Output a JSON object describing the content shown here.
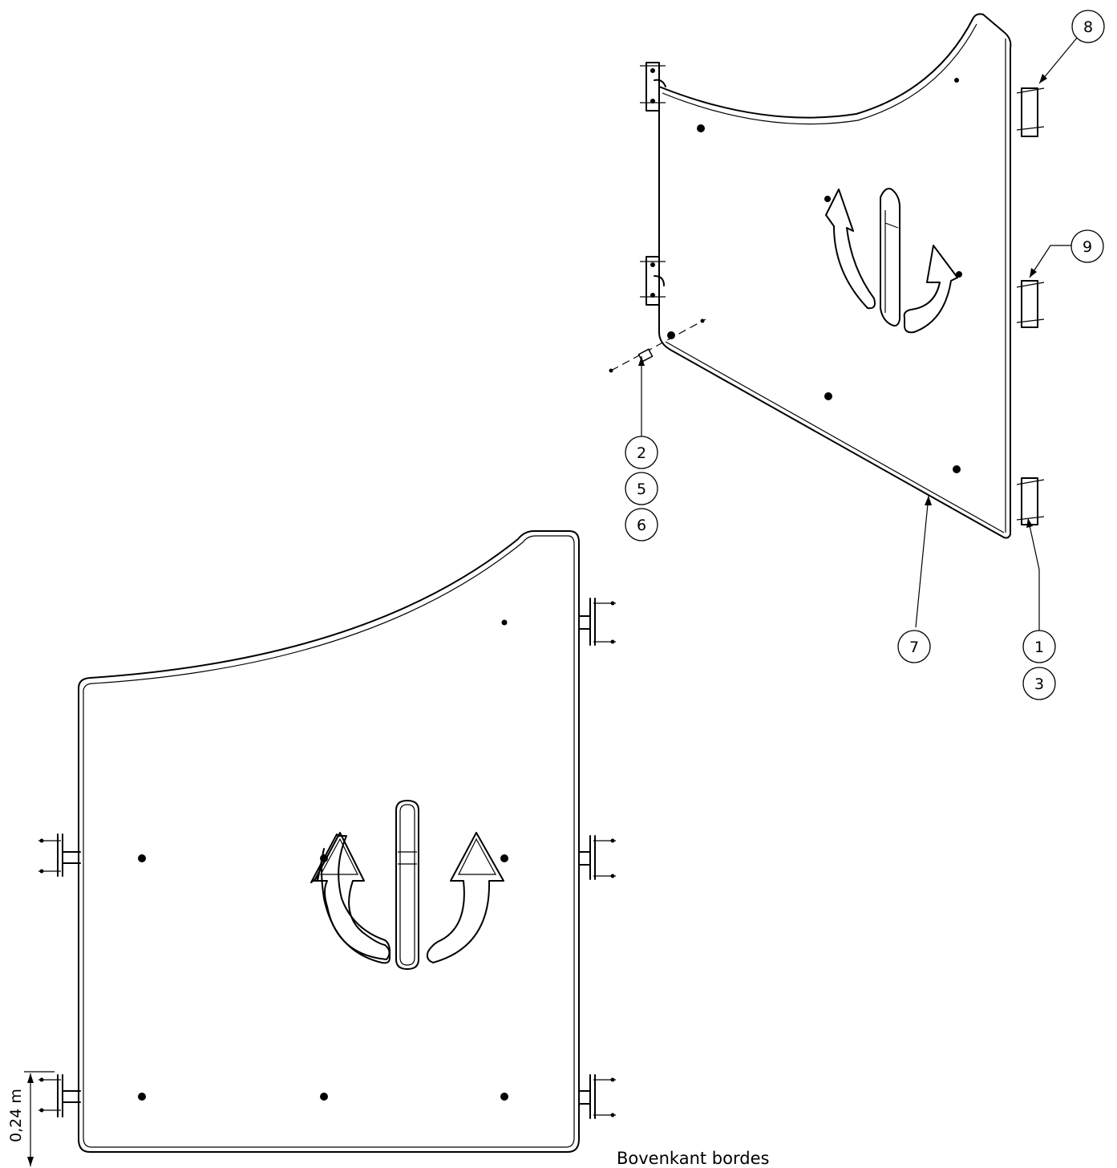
{
  "balloons": {
    "b8": "8",
    "b9": "9",
    "b2": "2",
    "b5": "5",
    "b6": "6",
    "b7": "7",
    "b1": "1",
    "b3": "3"
  },
  "dimension": {
    "value": "0,24 m"
  },
  "caption": {
    "text": "Bovenkant bordes"
  }
}
